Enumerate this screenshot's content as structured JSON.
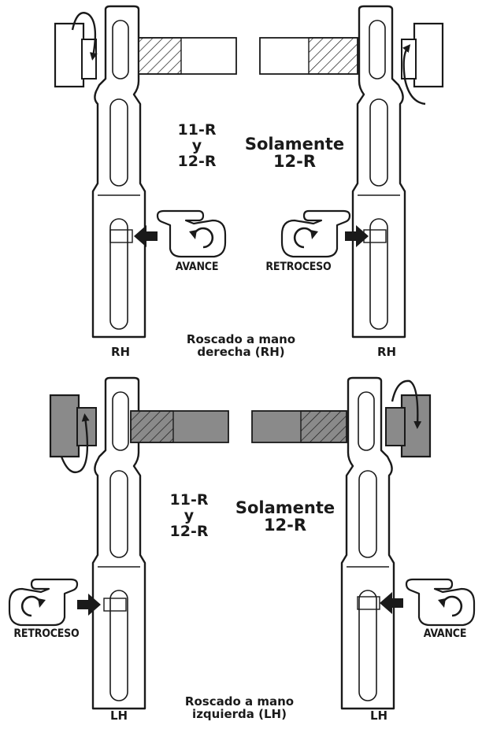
{
  "colors": {
    "outline": "#1a1a1a",
    "rh_fill": "#ffffff",
    "lh_fill": "#8a8a8a",
    "background": "#ffffff"
  },
  "icons": [
    "ratchet-wrench-icon",
    "rotation-arrow-icon",
    "hand-pointer-icon",
    "counterclockwise-arrow-icon",
    "push-arrow-icon",
    "pipe-icon",
    "die-head-icon"
  ],
  "rh_panel": {
    "left": {
      "model_line1": "11-R",
      "model_line2": "y",
      "model_line3": "12-R",
      "action": "AVANCE",
      "hand": "RH"
    },
    "right": {
      "model_line1": "Solamente",
      "model_line2": "12-R",
      "action": "RETROCESO",
      "hand": "RH"
    },
    "caption_line1": "Roscado a mano",
    "caption_line2": "derecha (RH)"
  },
  "lh_panel": {
    "left": {
      "model_line1": "11-R",
      "model_line2": "y",
      "model_line3": "12-R",
      "action": "RETROCESO",
      "hand": "LH"
    },
    "right": {
      "model_line1": "Solamente",
      "model_line2": "12-R",
      "action": "AVANCE",
      "hand": "LH"
    },
    "caption_line1": "Roscado a mano",
    "caption_line2": "izquierda (LH)"
  }
}
